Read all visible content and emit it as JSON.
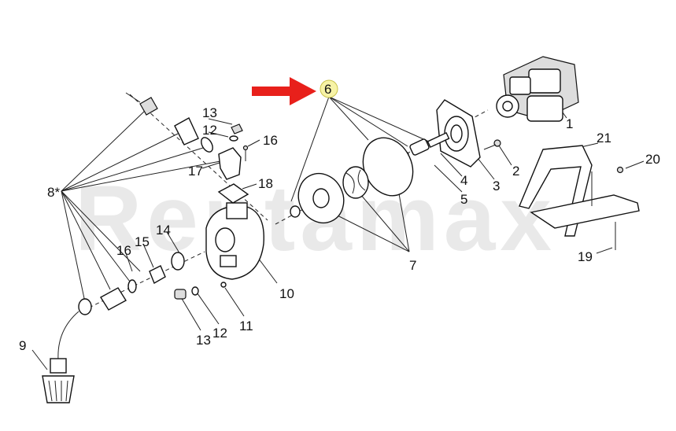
{
  "watermark": "Rentamax",
  "highlight_color": "#f7f3a6",
  "arrow_color": "#e8201b",
  "labels": {
    "p1": "1",
    "p2": "2",
    "p3": "3",
    "p4": "4",
    "p5": "5",
    "p6": "6",
    "p7": "7",
    "p8": "8*",
    "p9": "9",
    "p10": "10",
    "p11": "11",
    "p12a": "12",
    "p12b": "12",
    "p13a": "13",
    "p13b": "13",
    "p14": "14",
    "p15": "15",
    "p16a": "16",
    "p16b": "16",
    "p17": "17",
    "p18": "18",
    "p19": "19",
    "p20": "20",
    "p21": "21"
  }
}
